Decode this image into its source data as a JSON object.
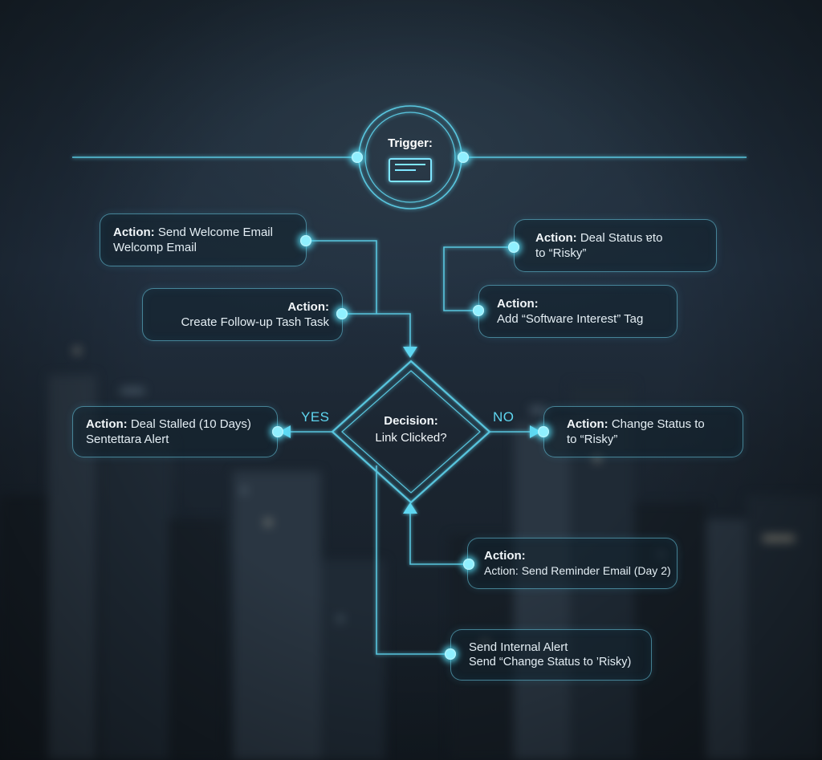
{
  "trigger": {
    "label": "Trigger:",
    "icon": "email-icon"
  },
  "decision": {
    "label": "Decision:",
    "question": "Link Clicked?",
    "yes_label": "YES",
    "no_label": "NO"
  },
  "nodes": {
    "welcome_email": {
      "label": "Action:",
      "line1": "Send Welcome Email",
      "line2": "Welcomp Email"
    },
    "follow_up": {
      "label": "Action:",
      "line1": "Create Follow-up Tash Task"
    },
    "deal_status": {
      "label": "Action:",
      "line1": "Deal Status ɐto",
      "line2": "to “Risky”"
    },
    "software_tag": {
      "label": "Action:",
      "line1": "Add “Software Interest” Tag"
    },
    "deal_stalled": {
      "label": "Action:",
      "line1": "Deal Stalled (10 Days)",
      "line2": "Sentettara Alert"
    },
    "change_status": {
      "label": "Action:",
      "line1": "Change Status to",
      "line2": "to “Risky”"
    },
    "reminder": {
      "label": "Action:",
      "line1": "Action: Send Reminder Email (Day 2)"
    },
    "internal_alert": {
      "line1": "Send Internal Alert",
      "line2": "Send “Change Status to ’Risky)"
    }
  },
  "colors": {
    "accent": "#5fd6f0",
    "glow": "#8ff0ff",
    "background": "#1a2530"
  }
}
